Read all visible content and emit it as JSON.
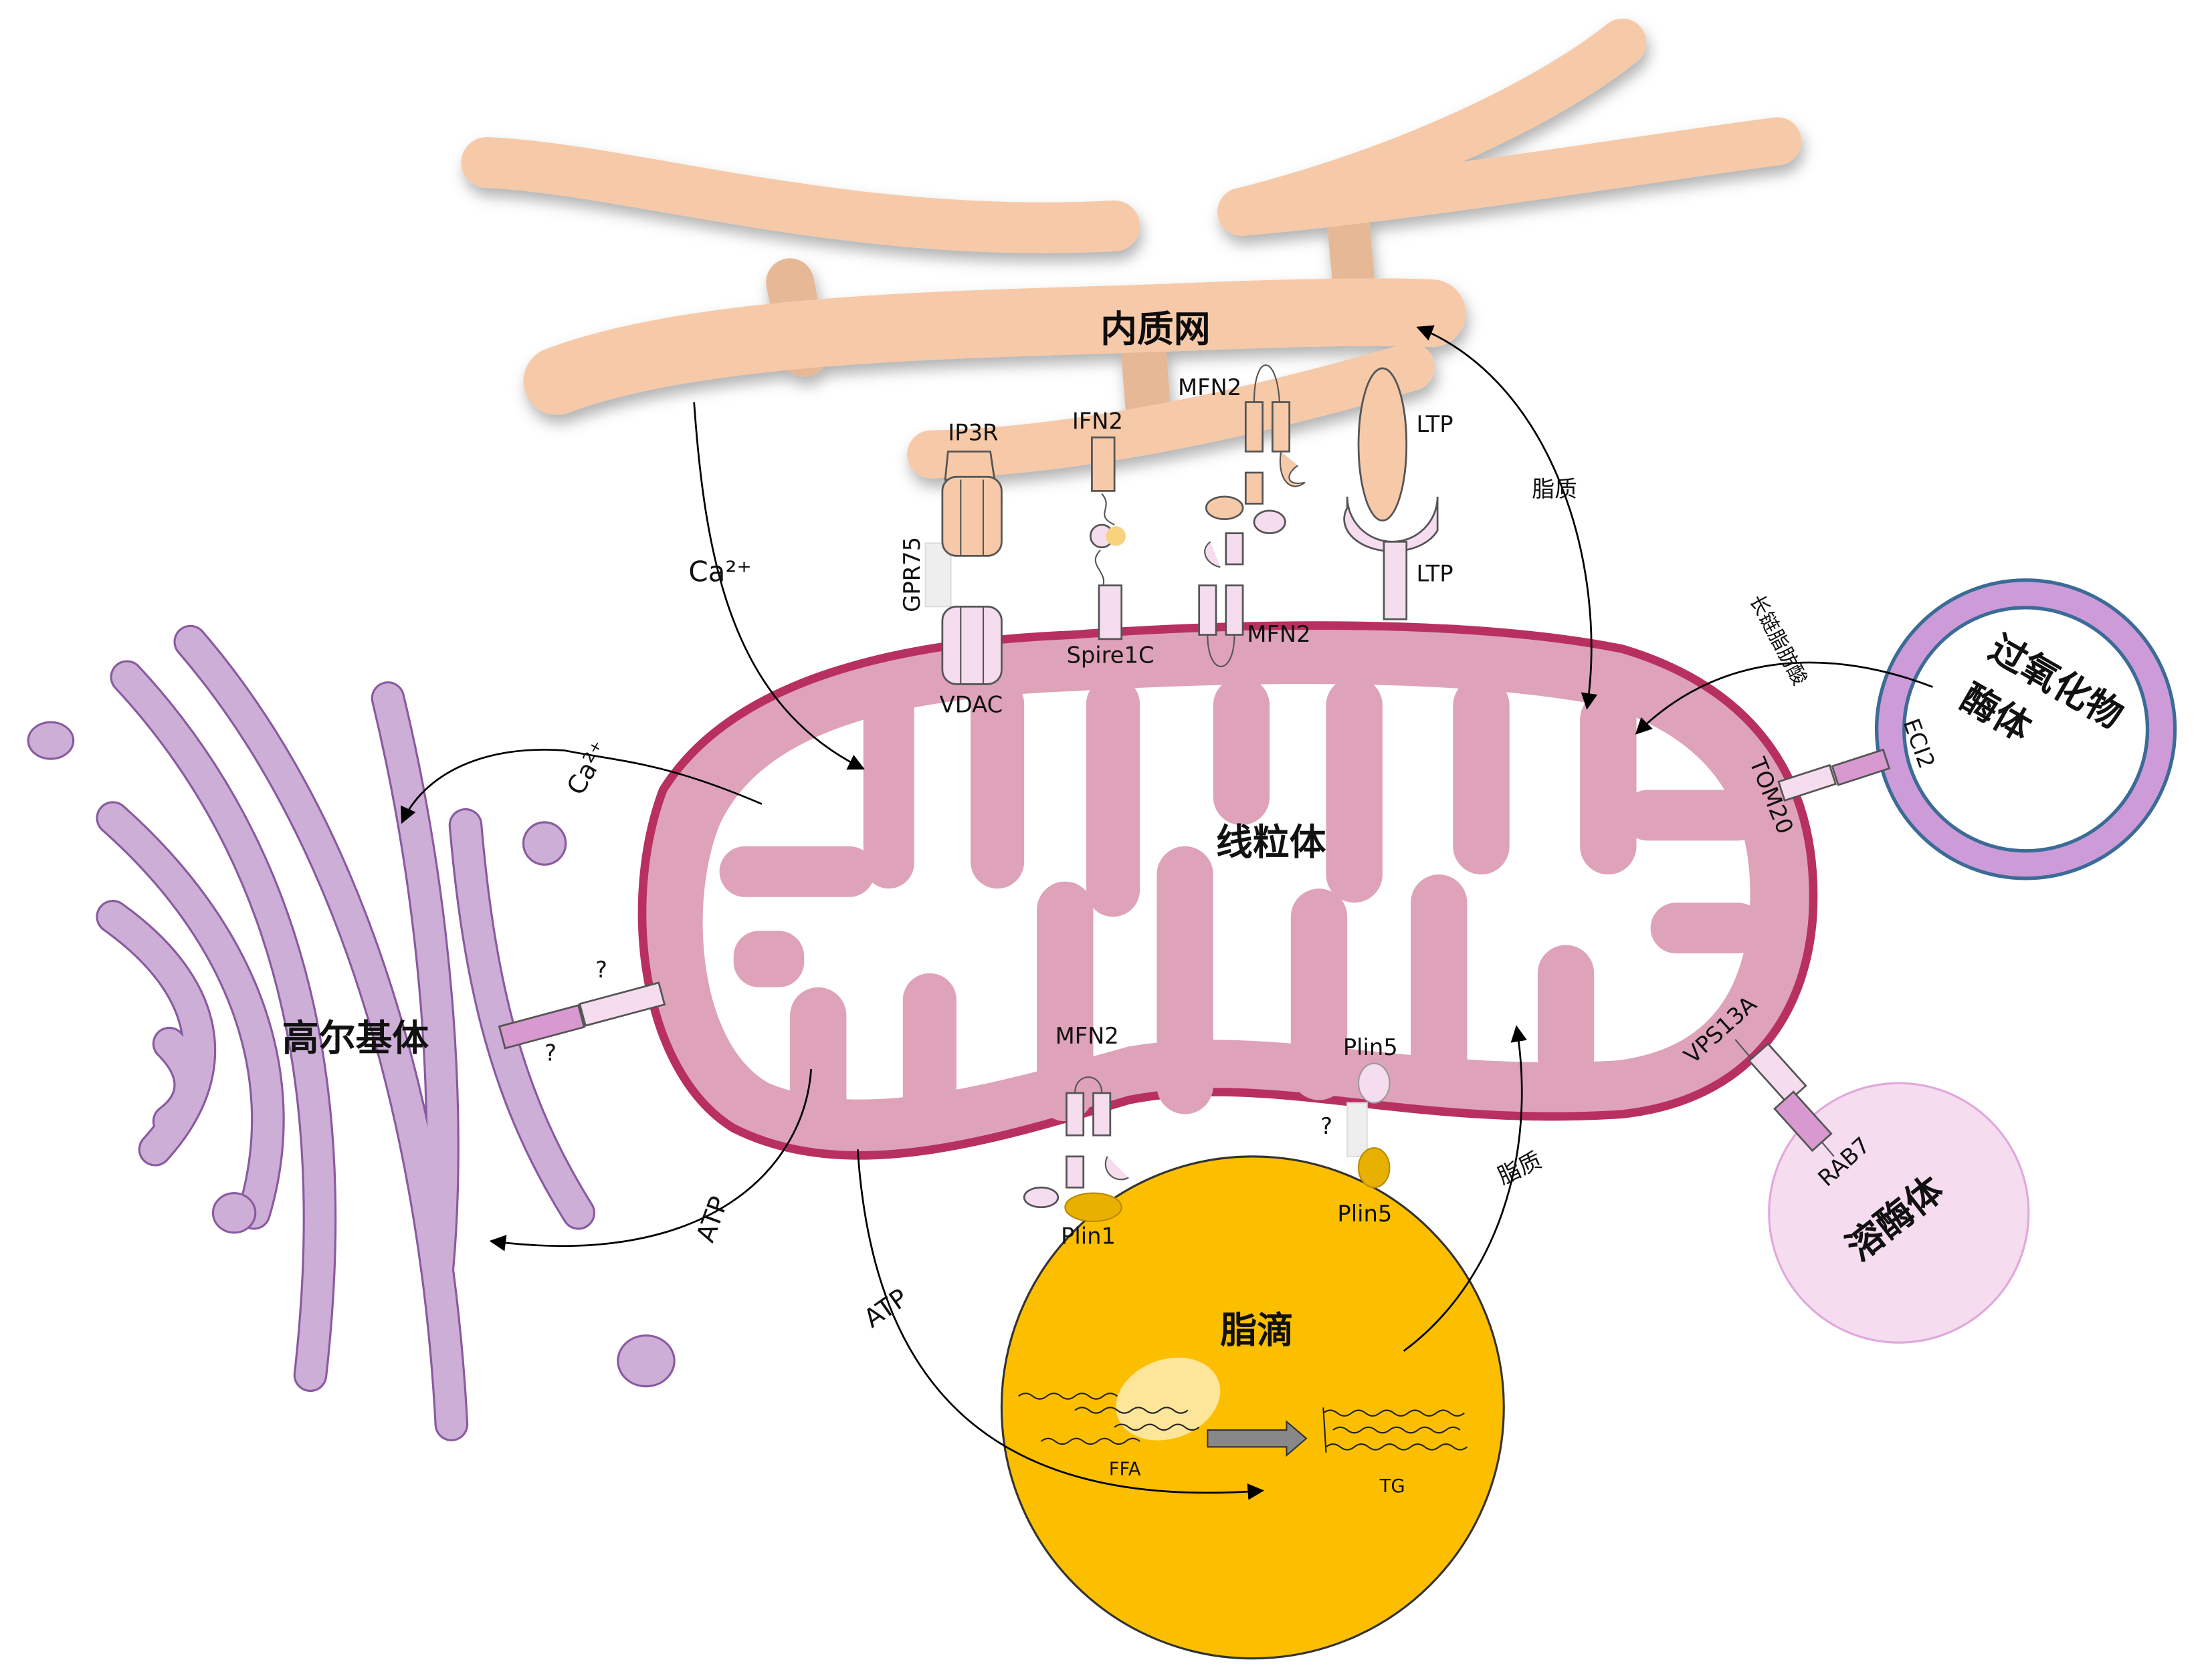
{
  "organelles": {
    "er": "内质网",
    "mitochondrion": "线粒体",
    "golgi": "高尔基体",
    "lipid_droplet": "脂滴",
    "peroxisome_line1": "过氧化物",
    "peroxisome_line2": "酶体",
    "lysosome": "溶酶体"
  },
  "proteins": {
    "ip3r": "IP3R",
    "gpr75": "GPR75",
    "vdac": "VDAC",
    "ifn2": "IFN2",
    "spire1c": "Spire1C",
    "mfn2_er": "MFN2",
    "mfn2_mito": "MFN2",
    "ltp_er": "LTP",
    "ltp_mito": "LTP",
    "tom20": "TOM20",
    "eci2": "ECI2",
    "vps13a": "VPS13A",
    "rab7": "RAB7",
    "mfn2_ld": "MFN2",
    "plin1": "Plin1",
    "plin5_top": "Plin5",
    "plin5_bottom": "Plin5",
    "unknown_ld": "?",
    "unknown_golgi_1": "?",
    "unknown_golgi_2": "?"
  },
  "flows": {
    "ca_er": "Ca²⁺",
    "ca_golgi": "Ca²⁺",
    "lipid_er": "脂质",
    "lcfa": "长链脂肪酸",
    "atp_golgi": "ATP",
    "atp_ld": "ATP",
    "lipid_ld": "脂质"
  },
  "lipid_droplet_contents": {
    "ffa": "FFA",
    "tg": "TG"
  },
  "colors": {
    "er": "#f6c9a8",
    "mito_fill": "#dea3b9",
    "mito_edge": "#b8305f",
    "golgi": "#cdaed6",
    "golgi_edge": "#8a5aa0",
    "lipid_droplet": "#fcbf00",
    "peroxisome_ring": "#cc9bd8",
    "peroxisome_edge": "#3b6b96",
    "lysosome": "#f5dcee"
  }
}
